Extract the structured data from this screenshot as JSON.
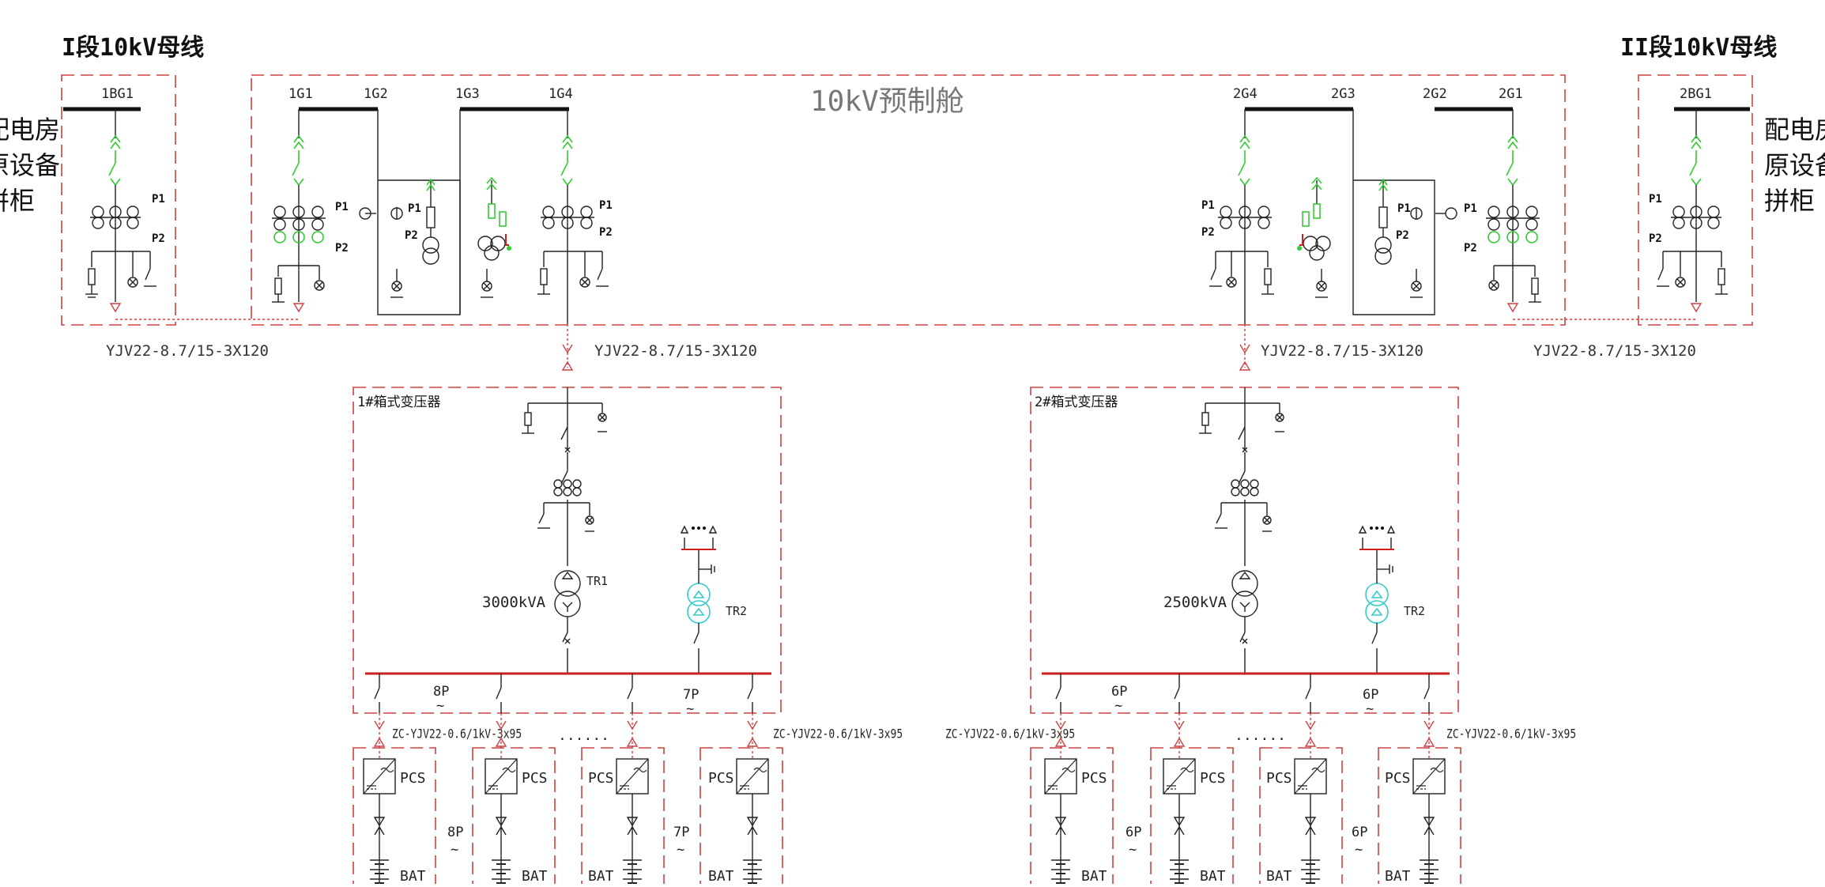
{
  "bus_titles": {
    "left": "I段10kV母线",
    "right": "II段10kV母线"
  },
  "prefab_title": "10kV预制舱",
  "side_text": {
    "left": [
      "配电房",
      "原设备",
      "拼柜"
    ],
    "right": [
      "配电房",
      "原设备",
      "拼柜"
    ]
  },
  "panels": {
    "bg1": "1BG1",
    "g1": "1G1",
    "g2": "1G2",
    "g3": "1G3",
    "g4": "1G4",
    "g2_4": "2G4",
    "g2_3": "2G3",
    "g2_2": "2G2",
    "g2_1": "2G1",
    "bg2": "2BG1"
  },
  "ct_labels": {
    "p1": "P1",
    "p2": "P2"
  },
  "cables": {
    "c1": "YJV22-8.7/15-3X120",
    "c2": "YJV22-8.7/15-3X120",
    "c3": "YJV22-8.7/15-3X120",
    "c4": "YJV22-8.7/15-3X120"
  },
  "transformers": {
    "t1": {
      "title": "1#箱式变压器",
      "rating": "3000kVA",
      "tr_main": "TR1",
      "tr_aux": "TR2"
    },
    "t2": {
      "title": "2#箱式变压器",
      "rating": "2500kVA",
      "tr_main": "",
      "tr_aux": "TR2"
    }
  },
  "lv_cable": "ZC-YJV22-0.6/1kV-3x95",
  "branch_counts": {
    "t1_a": "8P",
    "t1_b": "7P",
    "t2_a": "6P",
    "t2_b": "6P"
  },
  "pcs_label": "PCS",
  "bat_label": "BAT",
  "ellipsis": "......",
  "tilde": "~",
  "colors": {
    "frame": "#d04040",
    "line": "#202020",
    "green": "#33cc33",
    "cyan": "#33cccc",
    "red": "#cc2020"
  }
}
